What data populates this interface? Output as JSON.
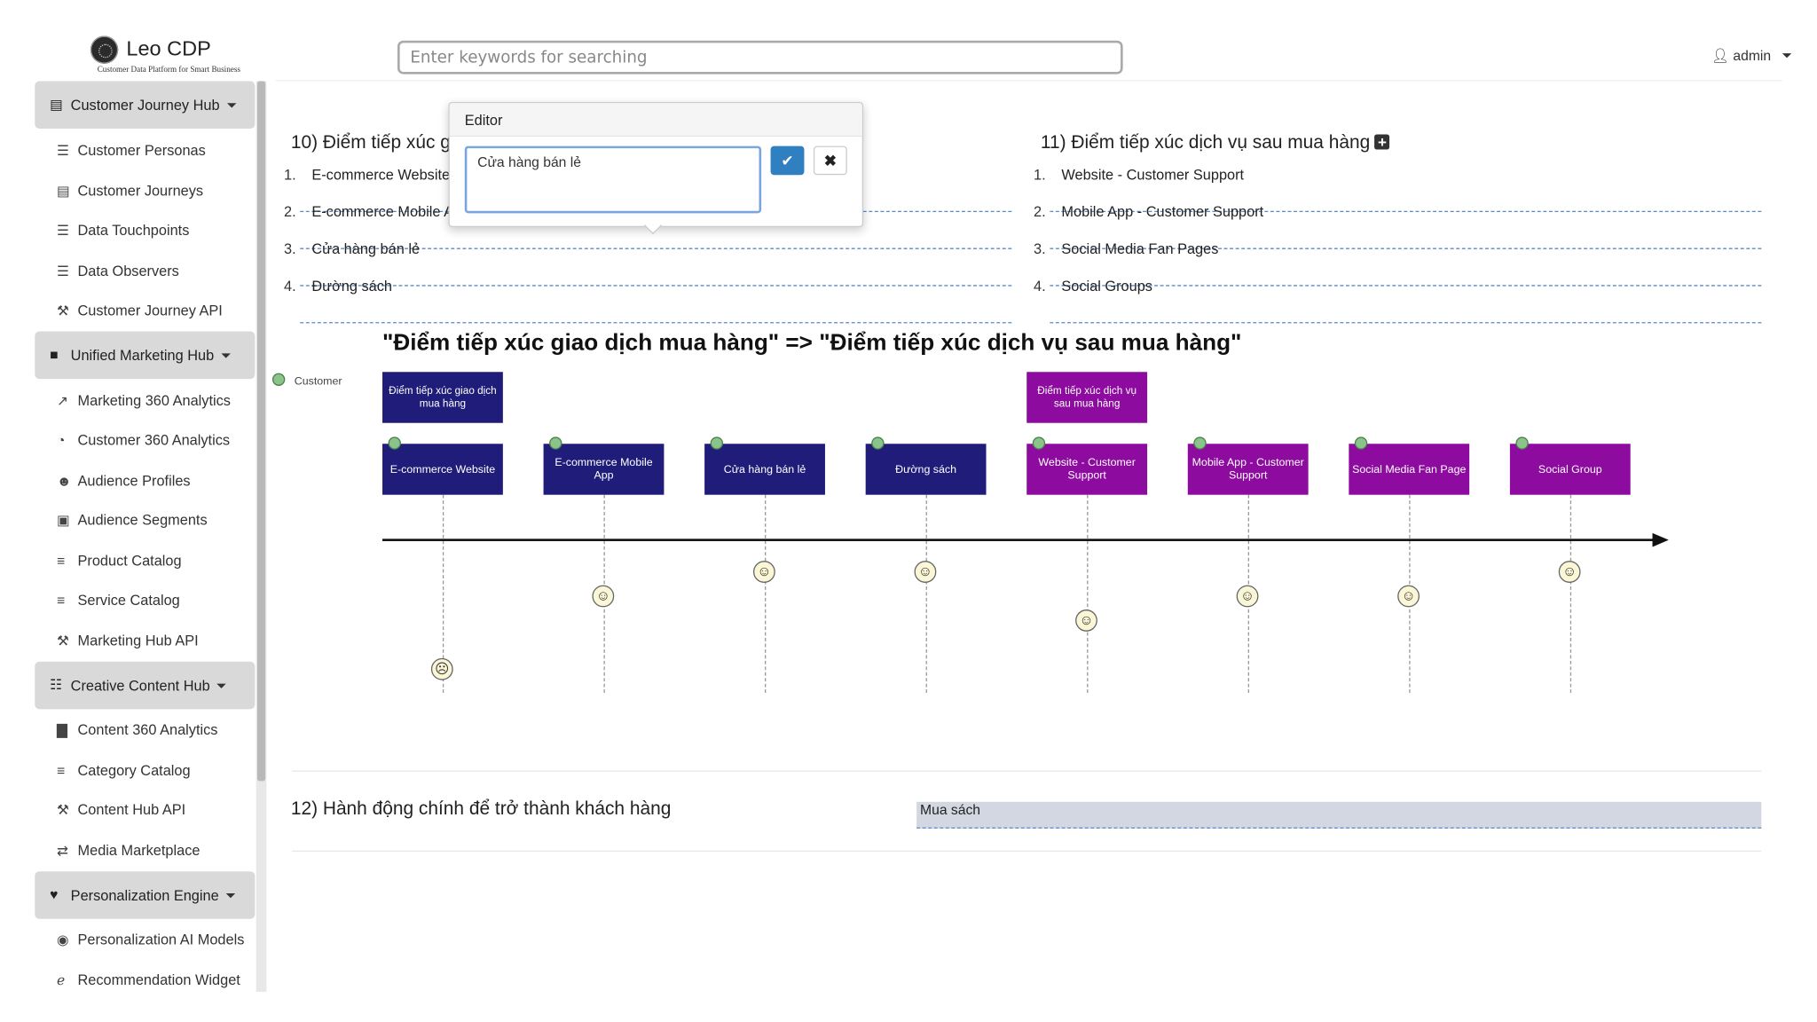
{
  "app": {
    "name": "Leo CDP",
    "tagline": "Customer Data Platform for Smart Business",
    "search_placeholder": "Enter keywords for searching",
    "user": "admin"
  },
  "sidebar": {
    "hubs": [
      {
        "label": "Customer Journey Hub",
        "icon": "map-icon",
        "items": [
          {
            "label": "Customer Personas",
            "icon": "list-icon"
          },
          {
            "label": "Customer Journeys",
            "icon": "map-icon"
          },
          {
            "label": "Data Touchpoints",
            "icon": "list-icon"
          },
          {
            "label": "Data Observers",
            "icon": "list-icon"
          },
          {
            "label": "Customer Journey API",
            "icon": "plug-icon"
          }
        ]
      },
      {
        "label": "Unified Marketing Hub",
        "icon": "briefcase-icon",
        "items": [
          {
            "label": "Marketing 360 Analytics",
            "icon": "line-chart-icon"
          },
          {
            "label": "Customer 360 Analytics",
            "icon": "pie-chart-icon"
          },
          {
            "label": "Audience Profiles",
            "icon": "users-icon"
          },
          {
            "label": "Audience Segments",
            "icon": "object-group-icon"
          },
          {
            "label": "Product Catalog",
            "icon": "database-icon"
          },
          {
            "label": "Service Catalog",
            "icon": "database-icon"
          },
          {
            "label": "Marketing Hub API",
            "icon": "plug-icon"
          }
        ]
      },
      {
        "label": "Creative Content Hub",
        "icon": "sitemap-icon",
        "items": [
          {
            "label": "Content 360 Analytics",
            "icon": "bar-chart-icon"
          },
          {
            "label": "Category Catalog",
            "icon": "database-icon"
          },
          {
            "label": "Content Hub API",
            "icon": "plug-icon"
          },
          {
            "label": "Media Marketplace",
            "icon": "exchange-icon"
          }
        ]
      },
      {
        "label": "Personalization Engine",
        "icon": "heart-icon",
        "items": [
          {
            "label": "Personalization AI Models",
            "icon": "user-circle-icon"
          },
          {
            "label": "Recommendation Widget",
            "icon": "internet-explorer-icon"
          }
        ]
      }
    ]
  },
  "section10": {
    "title": "10) Điểm tiếp xúc g",
    "items": [
      "E-commerce Website",
      "E-commerce Mobile A",
      "Cửa hàng bán lẻ",
      "Đường sách"
    ],
    "nums": [
      "1.",
      "2.",
      "3.",
      "4."
    ]
  },
  "section11": {
    "title": "11) Điểm tiếp xúc dịch vụ sau mua hàng",
    "items": [
      "Website - Customer Support",
      "Mobile App - Customer Support",
      "Social Media Fan Pages",
      "Social Groups"
    ],
    "nums": [
      "1.",
      "2.",
      "3.",
      "4."
    ]
  },
  "editor": {
    "title": "Editor",
    "value": "Cửa hàng bán lẻ",
    "ok_icon": "check-icon",
    "cancel_icon": "close-icon"
  },
  "journey": {
    "title": "\"Điểm tiếp xúc giao dịch mua hàng\" => \"Điểm tiếp xúc dịch vụ sau mua hàng\"",
    "legend": "Customer",
    "phases": [
      {
        "label": "Điểm tiếp xúc giao dịch mua hàng",
        "color": "#1f1c7a"
      },
      {
        "label": "Điểm tiếp xúc dịch vụ sau mua hàng",
        "color": "#8d0b9e"
      }
    ],
    "touchpoints": [
      {
        "label": "E-commerce Website",
        "color": "#1f1c7a",
        "mood": "sad"
      },
      {
        "label": "E-commerce Mobile App",
        "color": "#1f1c7a",
        "mood": "happy"
      },
      {
        "label": "Cửa hàng bán lẻ",
        "color": "#1f1c7a",
        "mood": "happy"
      },
      {
        "label": "Đường sách",
        "color": "#1f1c7a",
        "mood": "happy"
      },
      {
        "label": "Website - Customer Support",
        "color": "#8d0b9e",
        "mood": "happy"
      },
      {
        "label": "Mobile App - Customer Support",
        "color": "#8d0b9e",
        "mood": "happy"
      },
      {
        "label": "Social Media Fan Page",
        "color": "#8d0b9e",
        "mood": "happy"
      },
      {
        "label": "Social Group",
        "color": "#8d0b9e",
        "mood": "happy"
      }
    ]
  },
  "section12": {
    "title": "12) Hành động chính để trở thành khách hàng",
    "value": "Mua sách"
  }
}
